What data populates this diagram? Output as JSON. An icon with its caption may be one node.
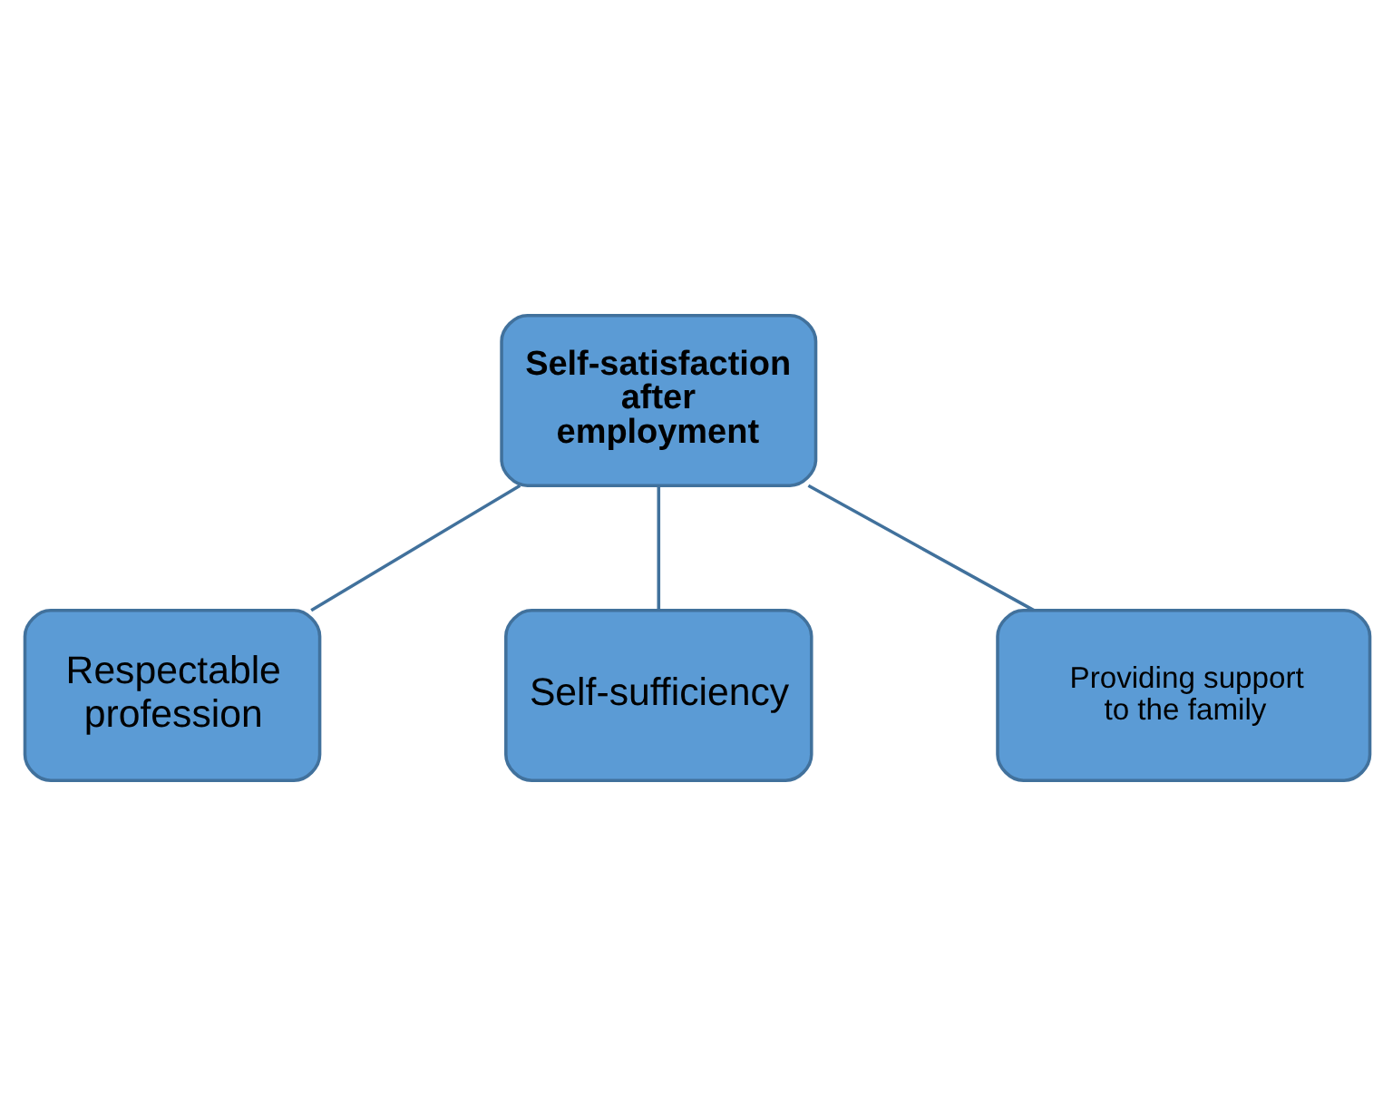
{
  "diagram": {
    "nodes": [
      {
        "text": [
          "Respectable profession"
        ]
      },
      {
        "text": [
          "Self-satisfaction after employment"
        ]
      },
      {
        "text": [
          "Self-sufficiency"
        ]
      },
      {
        "text": [
          "Providing support to the family"
        ]
      }
    ],
    "edges": [
      {
        "from": 1,
        "to": 0,
        "arrow": "none"
      },
      {
        "from": 1,
        "to": 2,
        "arrow": "none"
      },
      {
        "from": 1,
        "to": 3,
        "arrow": "none"
      }
    ]
  }
}
